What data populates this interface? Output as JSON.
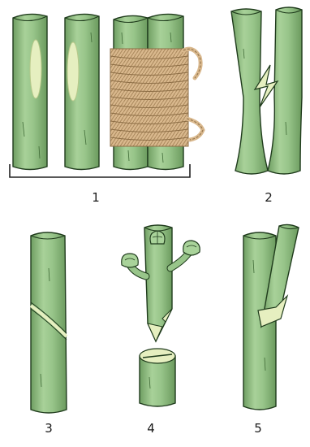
{
  "figure": {
    "panel_labels": {
      "p1": "1",
      "p2": "2",
      "p3": "3",
      "p4": "4",
      "p5": "5"
    },
    "colors": {
      "stem_fill": "#98c58a",
      "stem_light": "#c3e0b3",
      "stem_shadow": "#6f9e62",
      "outline": "#1f3b1c",
      "cut_face": "#e6efc0",
      "twine": "#d9b88d",
      "twine_dark": "#9c7d55",
      "bud": "#a9d39a",
      "bracket": "#222222"
    },
    "icons": {
      "stem": "plant-stem-icon",
      "twine": "twine-wrap-icon",
      "bud": "bud-icon"
    }
  }
}
